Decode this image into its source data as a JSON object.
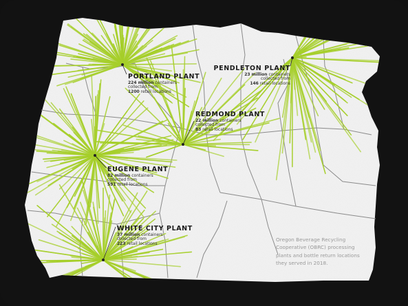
{
  "plants": [
    {
      "id": "portland",
      "name": "PORTLAND PLANT",
      "containers": "224 million",
      "containers_suffix": "containers",
      "collected_from": "collected from",
      "retail_count": "1200",
      "retail_suffix": "retail locations"
    },
    {
      "id": "pendleton",
      "name": "PENDLETON PLANT",
      "containers": "23 million",
      "containers_suffix": "containers",
      "collected_from": "collected from",
      "retail_count": "146",
      "retail_suffix": "retail locations"
    },
    {
      "id": "redmond",
      "name": "REDMOND PLANT",
      "containers": "22 million",
      "containers_suffix": "containers",
      "collected_from": "collected from",
      "retail_count": "83",
      "retail_suffix": "retail locations"
    },
    {
      "id": "eugene",
      "name": "EUGENE PLANT",
      "containers": "82 million",
      "containers_suffix": "containers",
      "collected_from": "collected from",
      "retail_count": "591",
      "retail_suffix": "retail locations"
    },
    {
      "id": "whitecity",
      "name": "WHITE CITY PLANT",
      "containers": "37 million",
      "containers_suffix": "containers",
      "collected_from": "collected from",
      "retail_count": "223",
      "retail_suffix": "retail locations"
    }
  ],
  "caption": {
    "line1": "Oregon Beverage Recycling",
    "line2": "Cooperative (OBRC) processing",
    "line3": "plants and bottle return locations",
    "line4": "they served in 2018."
  },
  "colors": {
    "background": "#121212",
    "land": "#f3f3f3",
    "county_lines": "#8a8a8a",
    "route_lines": "#a6cf2a"
  }
}
